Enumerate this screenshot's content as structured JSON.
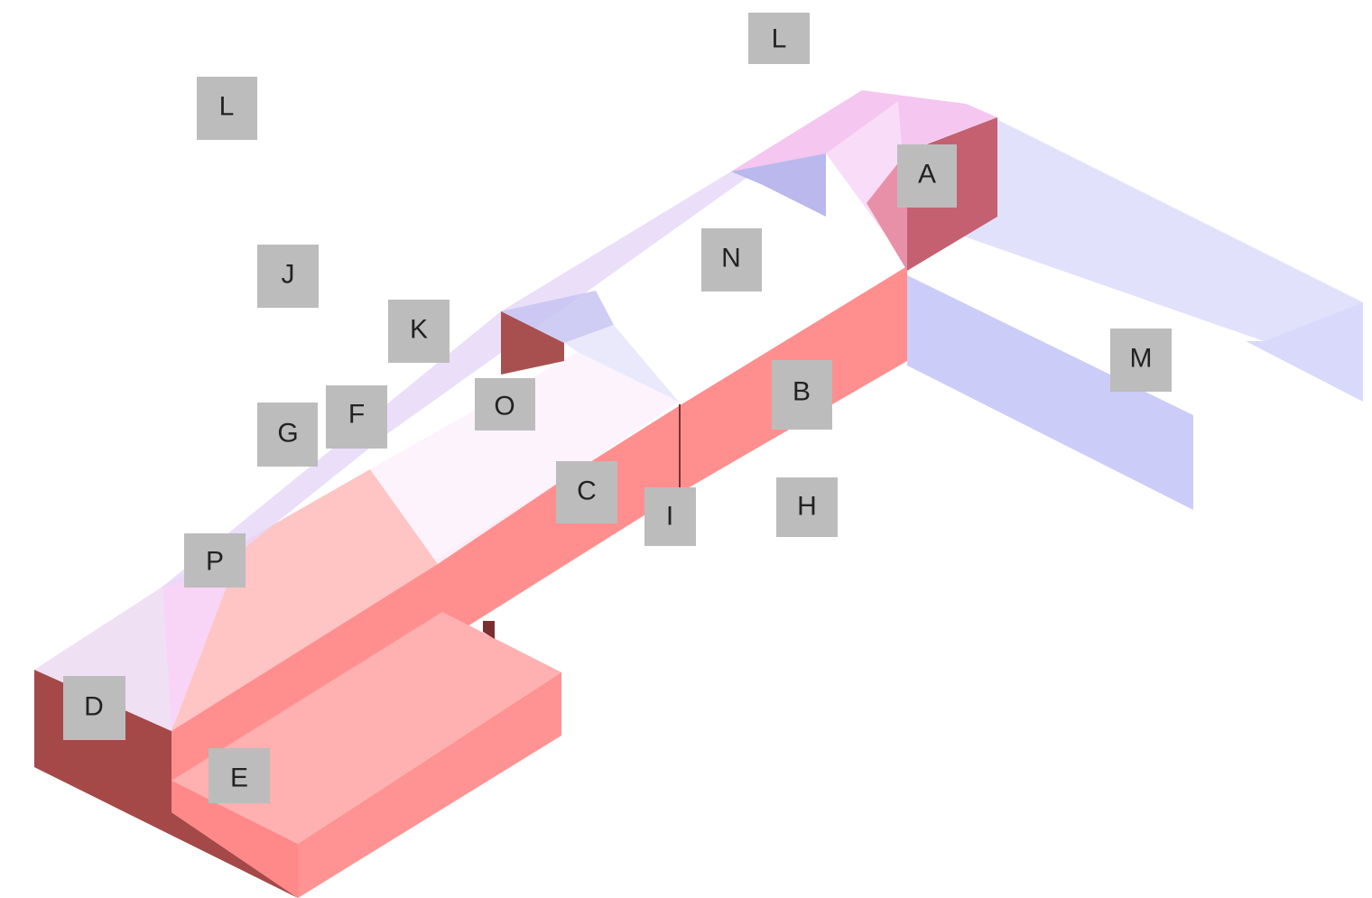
{
  "colors": {
    "wall_front": "#ff8c8c",
    "wall_side_dark": "#a04848",
    "wall_light": "#ffb2b2",
    "roof_pink": "#f6d0f4",
    "roof_lavender": "#d2d2fc",
    "glass_blue": "#cacafa",
    "label_bg": "#bcbcbc",
    "label_text": "#222222"
  },
  "labels": [
    {
      "id": "L-top",
      "text": "L"
    },
    {
      "id": "L-left",
      "text": "L"
    },
    {
      "id": "A",
      "text": "A"
    },
    {
      "id": "N",
      "text": "N"
    },
    {
      "id": "J",
      "text": "J"
    },
    {
      "id": "K",
      "text": "K"
    },
    {
      "id": "M",
      "text": "M"
    },
    {
      "id": "O",
      "text": "O"
    },
    {
      "id": "B",
      "text": "B"
    },
    {
      "id": "F",
      "text": "F"
    },
    {
      "id": "G",
      "text": "G"
    },
    {
      "id": "C",
      "text": "C"
    },
    {
      "id": "H",
      "text": "H"
    },
    {
      "id": "I",
      "text": "I"
    },
    {
      "id": "P",
      "text": "P"
    },
    {
      "id": "D",
      "text": "D"
    },
    {
      "id": "E",
      "text": "E"
    }
  ]
}
